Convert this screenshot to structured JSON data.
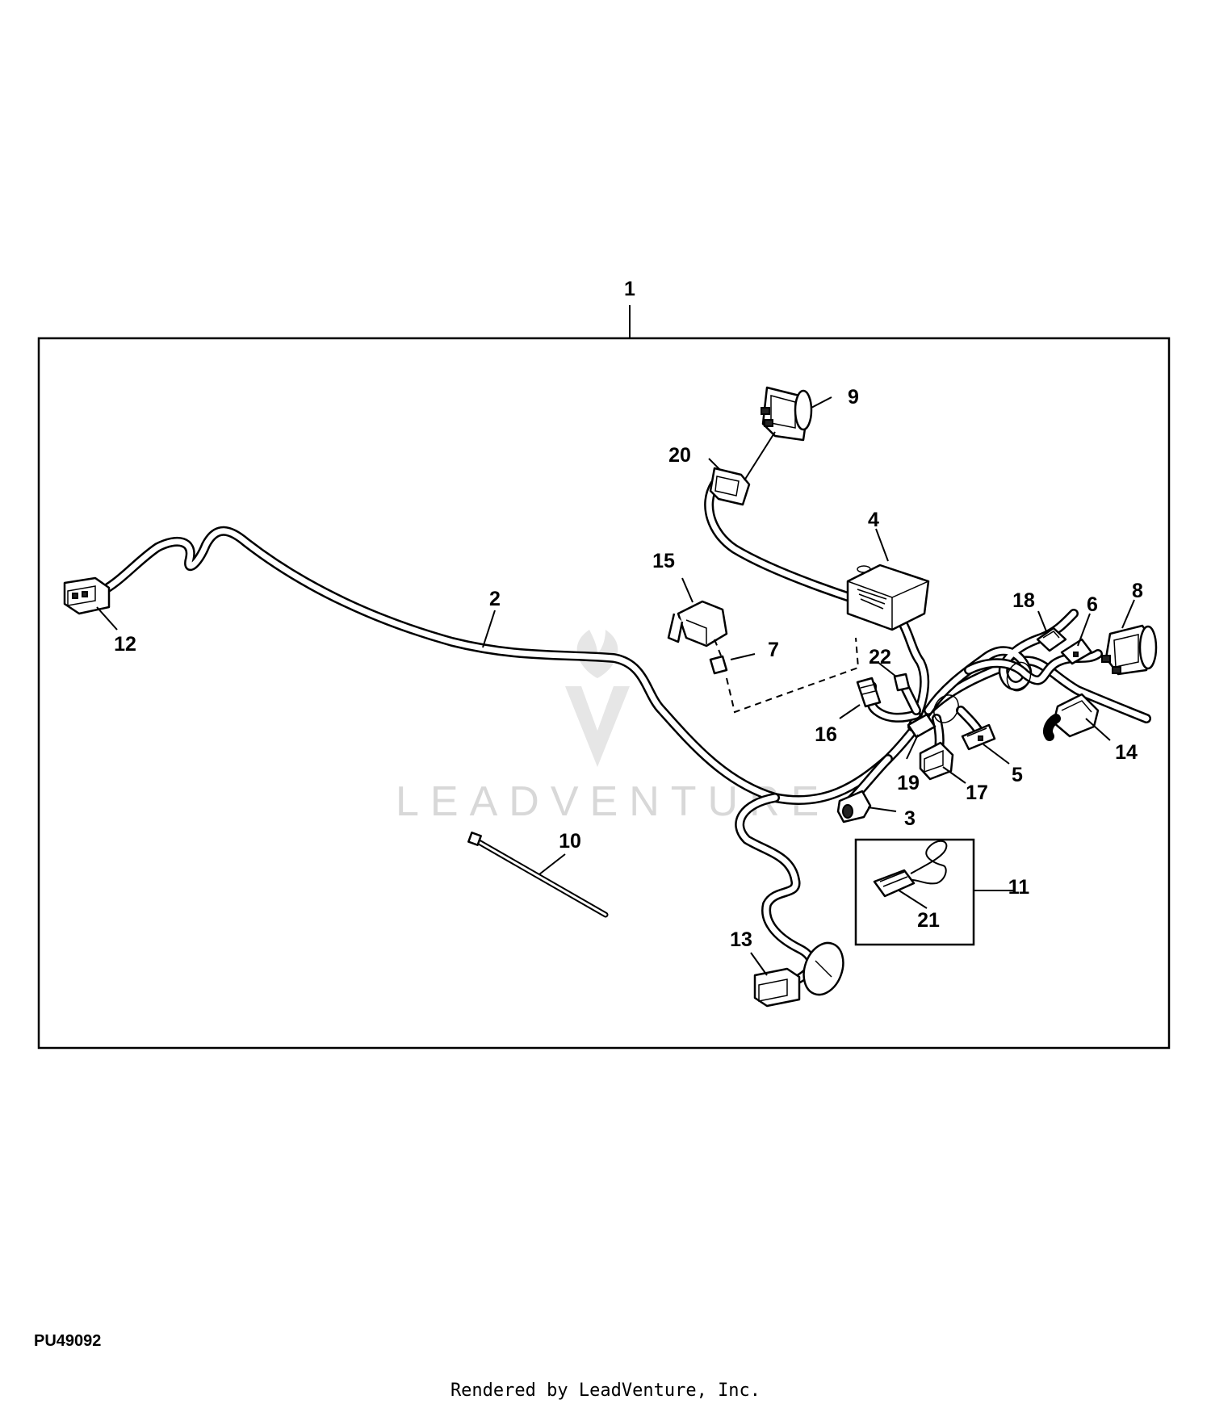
{
  "figure_id": "PU49092",
  "footer": "Rendered by LeadVenture, Inc.",
  "watermark": "LEADVENTURE",
  "callouts": {
    "c1": "1",
    "c2": "2",
    "c3": "3",
    "c4": "4",
    "c5": "5",
    "c6": "6",
    "c7": "7",
    "c8": "8",
    "c9": "9",
    "c10": "10",
    "c11": "11",
    "c12": "12",
    "c13": "13",
    "c14": "14",
    "c15": "15",
    "c16": "16",
    "c17": "17",
    "c18": "18",
    "c19": "19",
    "c20": "20",
    "c21": "21",
    "c22": "22"
  }
}
